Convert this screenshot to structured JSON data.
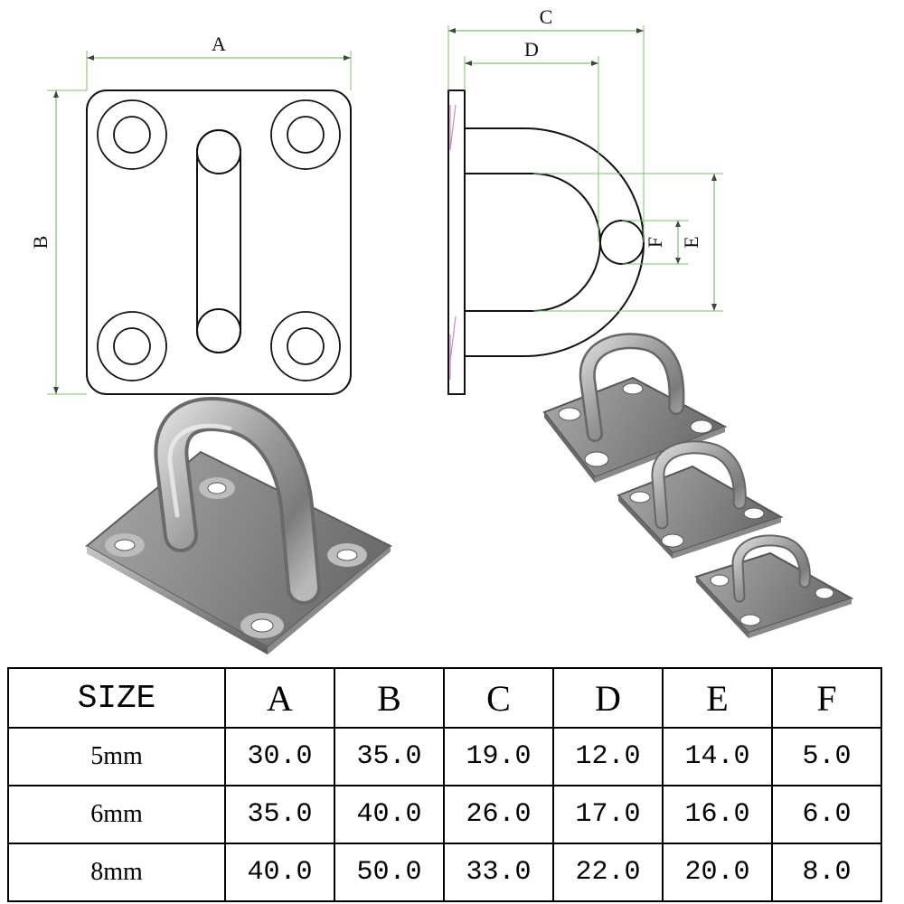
{
  "drawing": {
    "labels": {
      "a": "A",
      "b": "B",
      "c": "C",
      "d": "D",
      "e": "E",
      "f": "F"
    }
  },
  "table": {
    "headers": [
      "SIZE",
      "A",
      "B",
      "C",
      "D",
      "E",
      "F"
    ],
    "rows": [
      [
        "5mm",
        "30.0",
        "35.0",
        "19.0",
        "12.0",
        "14.0",
        "5.0"
      ],
      [
        "6mm",
        "35.0",
        "40.0",
        "26.0",
        "17.0",
        "16.0",
        "6.0"
      ],
      [
        "8mm",
        "40.0",
        "50.0",
        "33.0",
        "22.0",
        "20.0",
        "8.0"
      ]
    ]
  }
}
